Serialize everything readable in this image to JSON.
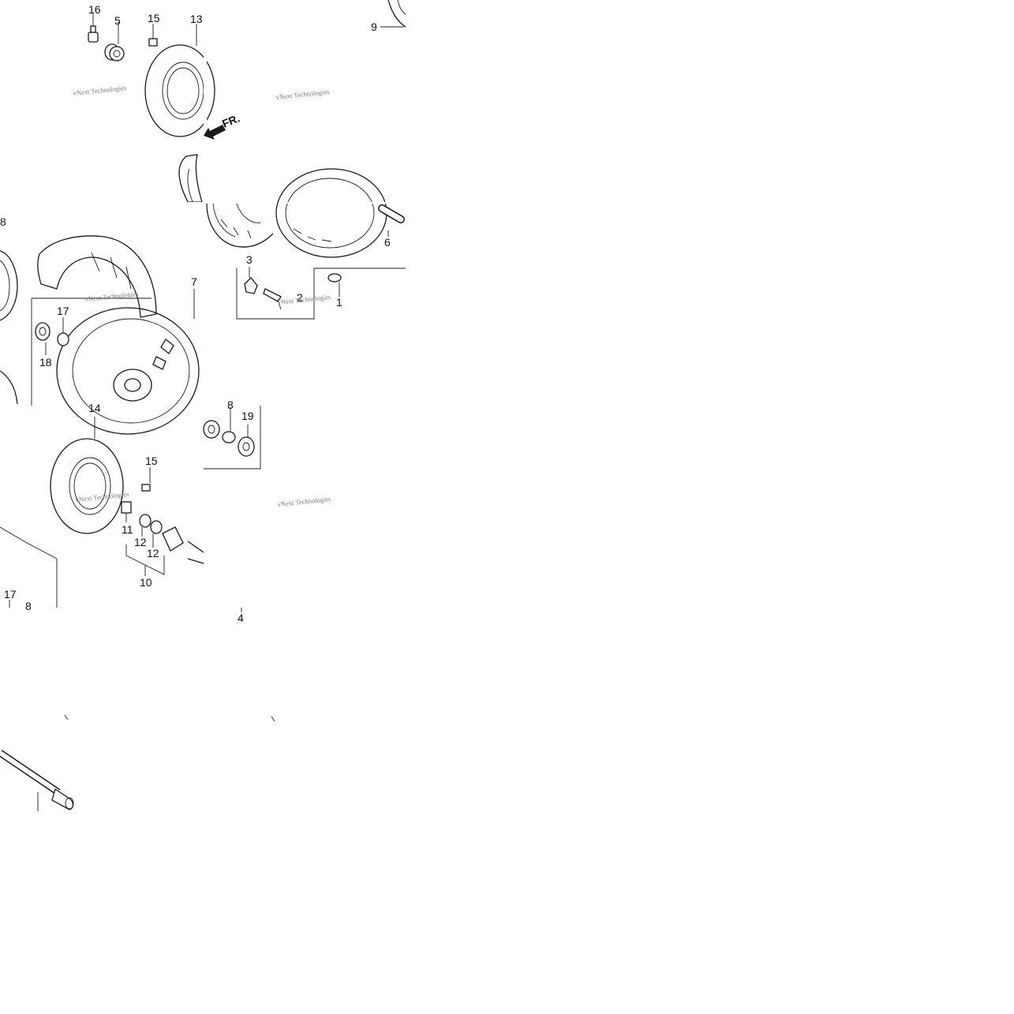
{
  "callouts": {
    "c1": "1",
    "c2": "2",
    "c3": "3",
    "c4": "4",
    "c5": "5",
    "c6": "6",
    "c7": "7",
    "c8a": "8",
    "c8b": "8",
    "c8c": "8",
    "c9": "9",
    "c10": "10",
    "c11": "11",
    "c12a": "12",
    "c12b": "12",
    "c13": "13",
    "c14": "14",
    "c15a": "15",
    "c15b": "15",
    "c16": "16",
    "c17a": "17",
    "c17b": "17",
    "c18": "18",
    "c19": "19"
  },
  "direction_label": "FR.",
  "watermark": "vNext Technologies"
}
